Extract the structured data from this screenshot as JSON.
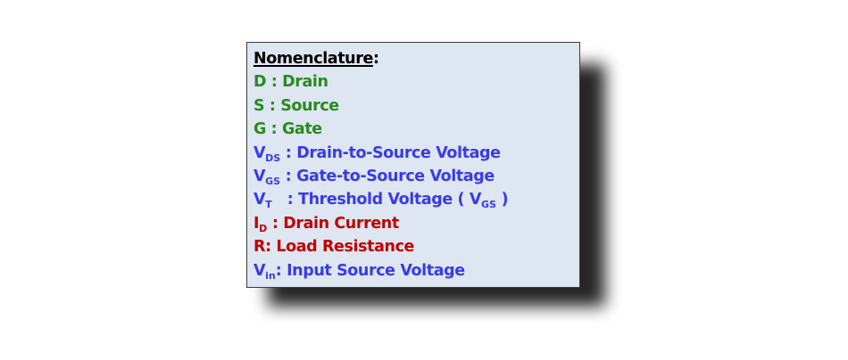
{
  "colors": {
    "heading": "#000000",
    "terminal": "#2a8a1e",
    "voltage": "#3a3ae6",
    "current": "#c00000",
    "background": "#dde6f1",
    "border": "#3c3c3c"
  },
  "nomenclature": {
    "heading": "Nomenclature",
    "heading_colon": ":",
    "rows": [
      {
        "symbol": "D",
        "sub": "",
        "separator": " : ",
        "description": "Drain",
        "color": "#2a8a1e"
      },
      {
        "symbol": "S",
        "sub": "",
        "separator": " : ",
        "description": "Source",
        "color": "#2a8a1e"
      },
      {
        "symbol": "G",
        "sub": "",
        "separator": " : ",
        "description": "Gate",
        "color": "#2a8a1e"
      },
      {
        "symbol": "V",
        "sub": "DS",
        "separator": " : ",
        "description": "Drain-to-Source Voltage",
        "color": "#3a3ae6"
      },
      {
        "symbol": "V",
        "sub": "GS",
        "separator": " : ",
        "description": "Gate-to-Source Voltage",
        "color": "#3a3ae6"
      },
      {
        "symbol": "V",
        "sub": "T",
        "separator": "   : ",
        "description": "Threshold Voltage ( V",
        "extra_sub": "GS",
        "extra_tail": " )",
        "color": "#3a3ae6"
      },
      {
        "symbol": "I",
        "sub": "D",
        "separator": " : ",
        "description": "Drain Current",
        "color": "#c00000"
      },
      {
        "symbol": "R",
        "sub": "",
        "separator": ": ",
        "description": "Load Resistance",
        "color": "#c00000"
      },
      {
        "symbol": "V",
        "sub": "in",
        "separator": ": ",
        "description": "Input Source Voltage",
        "color": "#3a3ae6"
      }
    ]
  }
}
